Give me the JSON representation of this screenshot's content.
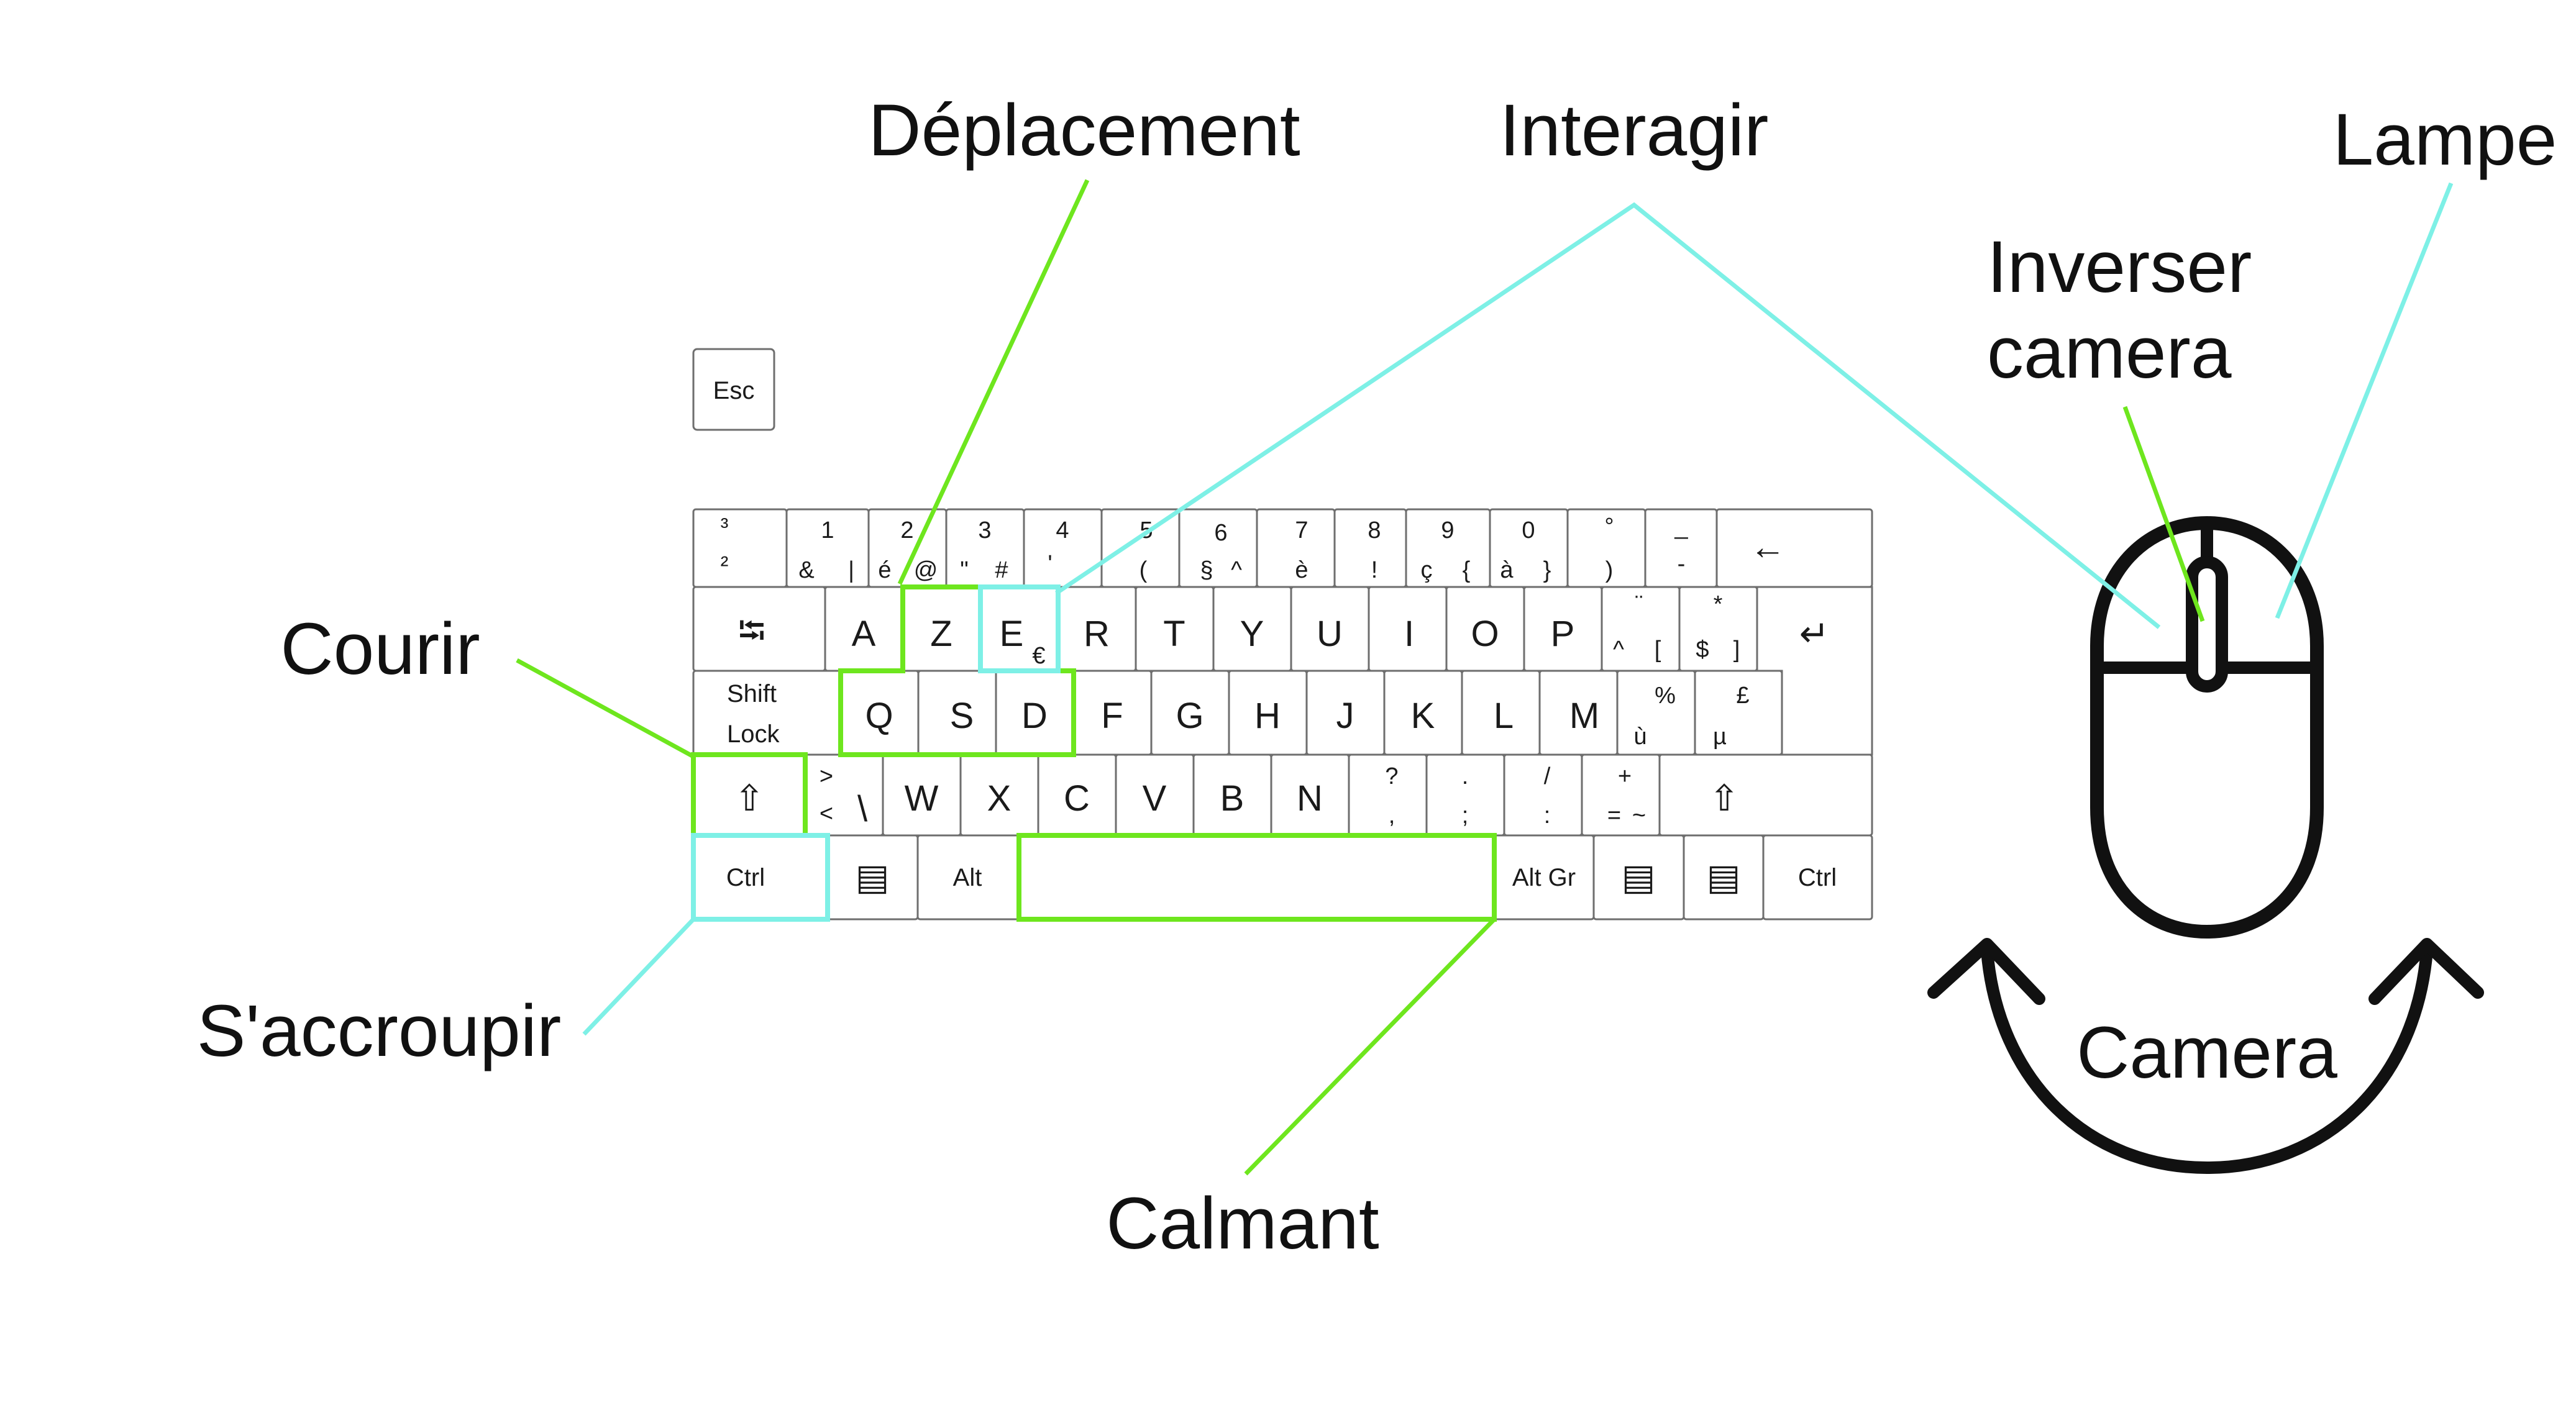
{
  "colors": {
    "move": "#6ee61e",
    "action": "#7ef0e6",
    "key_border": "#6e6e6e",
    "mouse": "#111111"
  },
  "labels": {
    "deplacement": "Déplacement",
    "interagir": "Interagir",
    "lampe": "Lampe",
    "inverser1": "Inverser",
    "inverser2": "camera",
    "courir": "Courir",
    "accroupir": "S'accroupir",
    "calmant": "Calmant",
    "camera": "Camera"
  },
  "keys": {
    "esc": "Esc",
    "backspace": "←",
    "num": [
      {
        "top": "³",
        "bot": "²"
      },
      {
        "top": "1",
        "bot": "&",
        "alt": "|"
      },
      {
        "top": "2",
        "bot": "é",
        "alt": "@"
      },
      {
        "top": "3",
        "bot": "\"",
        "alt": "#"
      },
      {
        "top": "4",
        "bot": "'"
      },
      {
        "top": "5",
        "bot": "("
      },
      {
        "top": "6",
        "bot": "§",
        "alt": "^"
      },
      {
        "top": "7",
        "bot": "è"
      },
      {
        "top": "8",
        "bot": "!"
      },
      {
        "top": "9",
        "bot": "ç",
        "alt": "{"
      },
      {
        "top": "0",
        "bot": "à",
        "alt": "}"
      },
      {
        "top": "°",
        "bot": ")"
      },
      {
        "top": "_",
        "bot": "-"
      }
    ],
    "tab": "⭾",
    "row_a": [
      "A",
      "Z",
      "E",
      "R",
      "T",
      "Y",
      "U",
      "I",
      "O",
      "P"
    ],
    "euro": "€",
    "caret": {
      "top": "¨",
      "bot": "^",
      "alt": "["
    },
    "dollar": {
      "top": "*",
      "bot": "$",
      "alt": "]"
    },
    "enter": "↵",
    "shift_lock": [
      "Shift",
      "Lock"
    ],
    "row_q": [
      "Q",
      "S",
      "D",
      "F",
      "G",
      "H",
      "J",
      "K",
      "L",
      "M"
    ],
    "percent": {
      "top": "%",
      "bot": "ù"
    },
    "pound": {
      "top": "£",
      "bot": "µ"
    },
    "shift": "⇧",
    "lt": {
      "top": ">",
      "bot": "<",
      "alt": "\\"
    },
    "row_w": [
      "W",
      "X",
      "C",
      "V",
      "B",
      "N"
    ],
    "question": {
      "top": "?",
      "bot": ","
    },
    "period": {
      "top": ".",
      "bot": ";"
    },
    "slash": {
      "top": "/",
      "bot": ":"
    },
    "plus": {
      "top": "+",
      "bot": "=",
      "alt": "~"
    },
    "ctrl": "Ctrl",
    "alt": "Alt",
    "altgr": "Alt Gr",
    "menu": "▤"
  }
}
